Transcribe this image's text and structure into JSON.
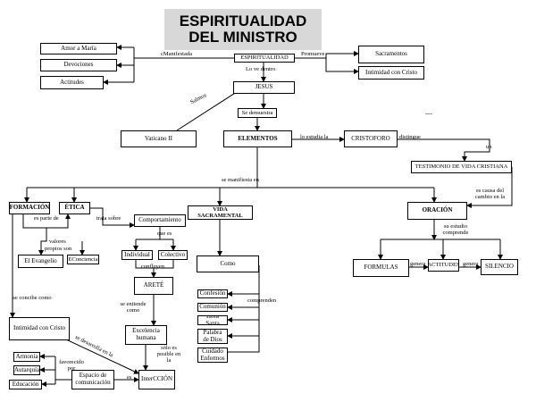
{
  "title": {
    "line1": "ESPIRITUALIDAD",
    "line2": "DEL MINISTRO"
  },
  "nodes": {
    "amor": "Amor a María",
    "devociones": "Devociones",
    "actitudes_l": "Actitudes",
    "espiritualidad": "ESPIRITUALIDAD",
    "sacramentos": "Sacramentos",
    "intimidad_cristo_r": "Intimidad con Cristo",
    "jesus": "JESUS",
    "se_demuestra": "Se demuestra",
    "vaticano": "Vaticano II",
    "elementos": "ELEMENTOS",
    "cristoforo": "CRISTOFORO",
    "testimonio": "TESTIMONIO DE VIDA CRISTIANA",
    "formacion": "FORMACIÓN",
    "etica": "ÉTICA",
    "comportamiento": "Comportamiento",
    "vida_sacramental": "VIDA SACRAMENTAL",
    "oracion": "ORACIÓN",
    "el_evangelio": "El Evangelio",
    "conciencia": "EConciencia",
    "individual": "Individual",
    "colectivo": "Colectivo",
    "arete": "ARETÉ",
    "como": "Como",
    "formulas": "FORMULAS",
    "actitudes_r": "ACTITUDES",
    "silencio": "SILENCIO",
    "confesion": "Confesión",
    "comunion": "Comunión",
    "hora_santa": "Hora Santa",
    "palabra_dios": "Palabra de Dios",
    "cuidado_enfermos": "Cuidado Enfermos",
    "intimidad_cristo_l": "Intimidad con Cristo",
    "excelencia": "Excelencia humana",
    "armonia": "Armonía",
    "autarquia": "Autarquía",
    "educacion": "Educación",
    "espacio": "Espacio de comunicación",
    "interaccion": "InterCCIÓN"
  },
  "labels": {
    "manifestada": "cManifestada",
    "promueve": "Promueve",
    "lo_ve_dentro": "Lo ve dentro",
    "salmos": "Salmos",
    "lo_estudia": "lo estudia la",
    "distingue": "distingue",
    "un": "un",
    "se_manifiesta": "se manifiesta en",
    "es_causa": "es causa del cambio en la",
    "es_parte": "es parte de",
    "trata_sobre": "trata sobre",
    "valores": "valores",
    "propios_son": "propios son",
    "que_es": "que es",
    "confluyen": "confluyen",
    "su_estudio": "su estudio comprende",
    "genera1": "genera",
    "genera2": "genera",
    "se_concibe": "se concibe como",
    "se_entiende": "se entiende como",
    "comprenden": "comprenden",
    "se_desarrolla": "se desarrolla en la",
    "solo_posible": "sólo es posible en la",
    "favorecido": "favorecido por",
    "es": "es",
    "dash": "—"
  }
}
